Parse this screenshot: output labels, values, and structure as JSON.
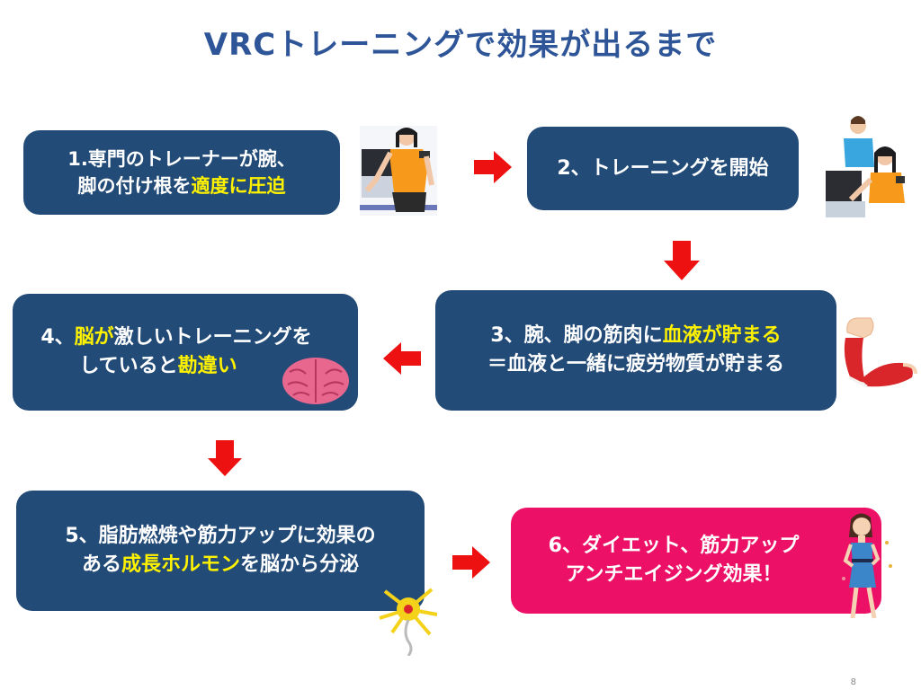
{
  "slide": {
    "title": "VRCトレーニングで効果が出るまで",
    "page_number": "8",
    "colors": {
      "title": "#2e5597",
      "box_navy": "#234b78",
      "box_pink": "#ec1166",
      "highlight": "#fff200",
      "arrow": "#ee1111"
    }
  },
  "steps": [
    {
      "id": 1,
      "line1": [
        {
          "t": "1.専門のトレーナーが腕、",
          "hl": false
        }
      ],
      "line2": [
        {
          "t": "脚の付け根を",
          "hl": false
        },
        {
          "t": "適度に圧迫",
          "hl": true
        }
      ],
      "image": "trainee-with-cuffs-photo"
    },
    {
      "id": 2,
      "line1": [
        {
          "t": "2、トレーニングを開始",
          "hl": false
        }
      ],
      "image": "trainer-and-trainee-photo"
    },
    {
      "id": 3,
      "line1": [
        {
          "t": "3、腕、脚の筋肉に",
          "hl": false
        },
        {
          "t": "血液が貯まる",
          "hl": true
        }
      ],
      "line2": [
        {
          "t": "＝血液と一緒に疲労物質が貯まる",
          "hl": false
        }
      ],
      "image": "muscle-arm-illustration"
    },
    {
      "id": 4,
      "line1": [
        {
          "t": "4、",
          "hl": false
        },
        {
          "t": "脳が",
          "hl": true
        },
        {
          "t": "激しいトレーニングを",
          "hl": false
        }
      ],
      "line2": [
        {
          "t": "していると",
          "hl": false
        },
        {
          "t": "勘違い",
          "hl": true
        }
      ],
      "image": "brain-illustration"
    },
    {
      "id": 5,
      "line1": [
        {
          "t": "5、脂肪燃焼や筋力アップに効果の",
          "hl": false
        }
      ],
      "line2": [
        {
          "t": "ある",
          "hl": false
        },
        {
          "t": "成長ホルモン",
          "hl": true
        },
        {
          "t": "を脳から分泌",
          "hl": false
        }
      ],
      "image": "neuron-illustration"
    },
    {
      "id": 6,
      "line1": [
        {
          "t": "6、ダイエット、筋力アップ",
          "hl": false
        }
      ],
      "line2": [
        {
          "t": "アンチエイジング効果！",
          "hl": false
        }
      ],
      "image": "slim-woman-illustration"
    }
  ]
}
